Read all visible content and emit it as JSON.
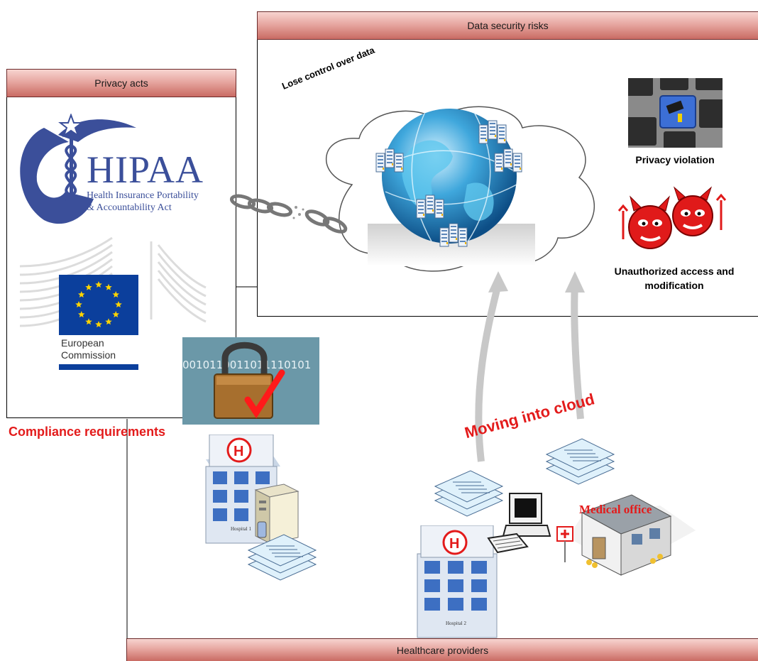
{
  "panels": {
    "privacy_acts": "Privacy acts",
    "data_security_risks": "Data security risks",
    "healthcare_providers": "Healthcare providers"
  },
  "labels": {
    "lose_control": "Lose control over data",
    "privacy_violation": "Privacy violation",
    "unauthorized_line1": "Unauthorized access and",
    "unauthorized_line2": "modification",
    "compliance": "Compliance requirements",
    "moving": "Moving into cloud",
    "medical_office": "Medical office",
    "hospital1": "Hospital 1",
    "hospital2": "Hospital 2"
  },
  "logos": {
    "hipaa_title": "HIPAA",
    "hipaa_line1": "Health Insurance Portability",
    "hipaa_line2": "& Accountability Act",
    "ec_line1": "European",
    "ec_line2": "Commission",
    "binary_text": "0010110011011110101"
  },
  "colors": {
    "header_fill": "#e7a7a1",
    "header_border": "#6b2a2a",
    "accent_red": "#e31b1b",
    "hipaa_blue": "#3b4f9a",
    "eu_blue": "#0b3f9c",
    "eu_star": "#ffd400",
    "globe_blue": "#2e8fc6",
    "arrow_gray": "#c8c8c8"
  },
  "icons": [
    "hipaa-logo",
    "european-commission-logo",
    "broken-chain-icon",
    "cloud-icon",
    "globe-icon",
    "server-icon",
    "keyboard-camera-icon",
    "devil-icon",
    "padlock-icon",
    "hospital-icon",
    "server-tower-icon",
    "document-stack-icon",
    "computer-icon",
    "medical-office-icon",
    "arrow-icon"
  ]
}
